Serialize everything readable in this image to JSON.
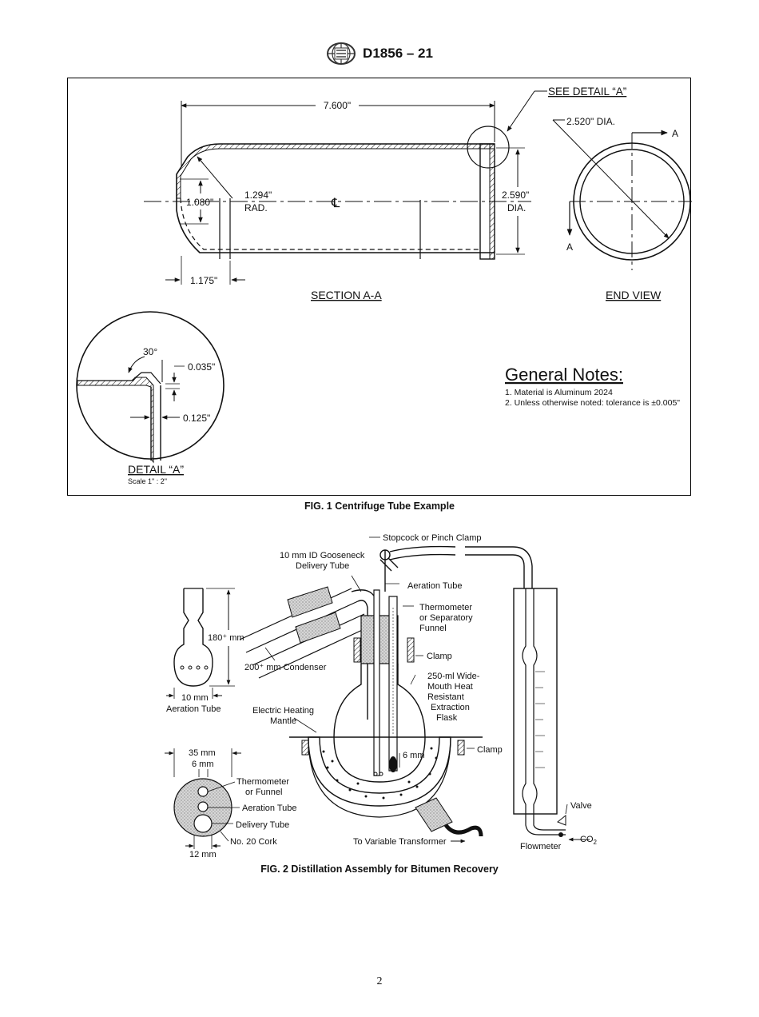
{
  "header": {
    "doc_id": "D1856 – 21"
  },
  "fig1": {
    "caption": "FIG. 1 Centrifuge Tube Example",
    "dim_length": "7.600\"",
    "see_detail": "SEE DETAIL “A”",
    "end_dia": "2.520\" DIA.",
    "section_marker": "A",
    "dim_height_left": "1.080\"",
    "dim_rad_value": "1.294\"",
    "dim_rad_label": "RAD.",
    "dim_outer_dia_value": "2.590\"",
    "dim_outer_dia_label": "DIA.",
    "centerline_symbol": "℄",
    "dim_bottom": "1.175\"",
    "section_label": "SECTION A-A",
    "end_view_label": "END VIEW",
    "detail_angle": "30°",
    "detail_dim_1": "0.035\"",
    "detail_dim_2": "0.125\"",
    "detail_label": "DETAIL “A”",
    "detail_scale": "Scale 1\" : 2\"",
    "notes_title": "General Notes:",
    "note_1": "1. Material is Aluminum 2024",
    "note_2": "2. Unless otherwise noted: tolerance is ±0.005\""
  },
  "fig2": {
    "caption": "FIG. 2  Distillation Assembly for Bitumen Recovery",
    "stopcock": "Stopcock or Pinch Clamp",
    "gooseneck_1": "10 mm ID Gooseneck",
    "gooseneck_2": "Delivery Tube",
    "aeration_tube_top": "Aeration Tube",
    "thermo_1": "Thermometer",
    "thermo_2": "or Separatory",
    "thermo_3": "Funnel",
    "dim_180": "180⁺ mm",
    "clamp_upper": "Clamp",
    "condenser": "200⁺ mm Condenser",
    "flask_1": "250-ml Wide-",
    "flask_2": "Mouth Heat",
    "flask_3": "Resistant",
    "flask_4": "Extraction",
    "flask_5": "Flask",
    "dim_10mm": "10 mm",
    "aeration_tube_left": "Aeration Tube",
    "mantle_1": "Electric Heating",
    "mantle_2": "Mantle",
    "clamp_lower": "Clamp",
    "dim_35": "35 mm",
    "dim_6a": "6 mm",
    "dim_6b": "6 mm",
    "cork_thermo_1": "Thermometer",
    "cork_thermo_2": "or Funnel",
    "cork_aeration": "Aeration Tube",
    "cork_delivery": "Delivery Tube",
    "cork": "No. 20 Cork",
    "dim_12": "12 mm",
    "transformer": "To Variable Transformer",
    "valve": "Valve",
    "flowmeter": "Flowmeter",
    "co2": "CO",
    "co2_sub": "2"
  },
  "page_number": "2"
}
